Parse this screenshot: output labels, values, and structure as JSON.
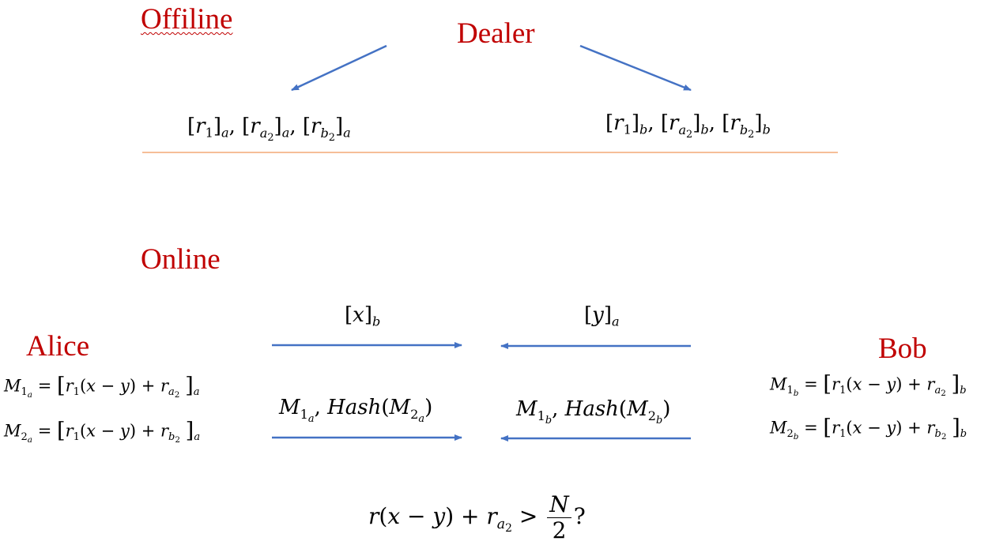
{
  "headings": {
    "offline": "Offiline",
    "dealer": "Dealer",
    "online": "Online",
    "alice": "Alice",
    "bob": "Bob"
  },
  "colors": {
    "heading": "#c00000",
    "arrow": "#4472c4",
    "divider": "#ed7d31",
    "text": "#000000"
  },
  "offline": {
    "alice_shares": "[r₁]ₐ, [r_{a₂}]ₐ, [r_{b₂}]ₐ",
    "bob_shares": "[r₁]_b, [r_{a₂}]_b, [r_{b₂}]_b"
  },
  "online": {
    "alice_to_bob_1": "[x]_b",
    "bob_to_alice_1": "[y]ₐ",
    "alice_to_bob_2": "M_{1ₐ}, Hash(M_{2ₐ})",
    "bob_to_alice_2": "M_{1_b}, Hash(M_{2_b})",
    "alice_m1": "M_{1ₐ} = [r₁(x − y) + r_{a₂}]ₐ",
    "alice_m2": "M_{2ₐ} = [r₁(x − y) + r_{b₂}]ₐ",
    "bob_m1": "M_{1_b} = [r₁(x − y) + r_{a₂}]_b",
    "bob_m2": "M_{2_b} = [r₁(x − y) + r_{b₂}]_b"
  },
  "comparison": "r(x − y) + r_{a₂} > N/2 ?"
}
